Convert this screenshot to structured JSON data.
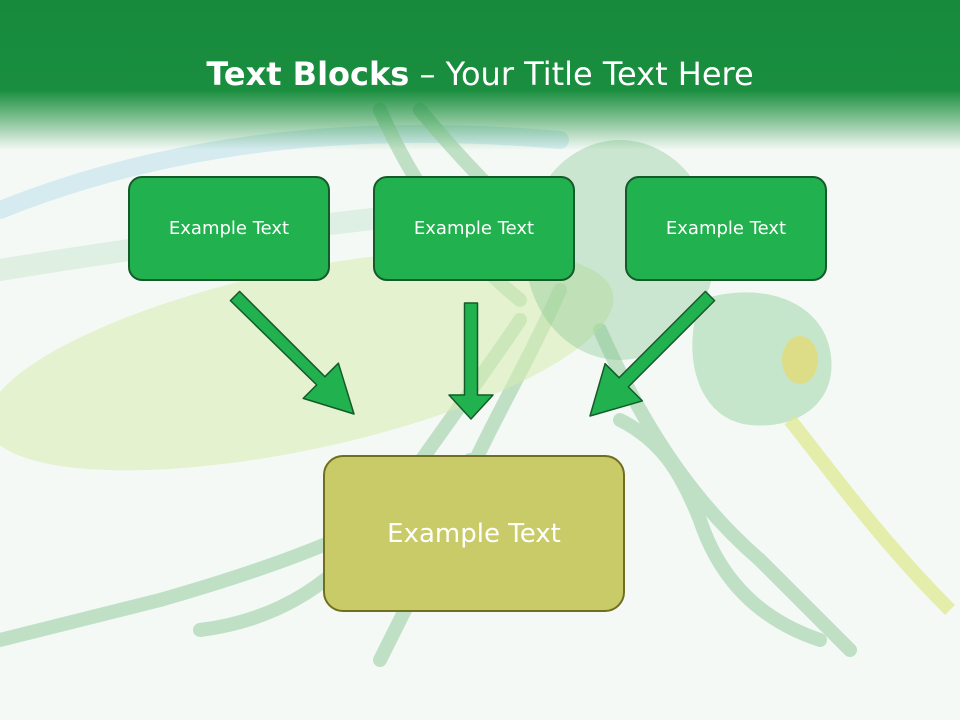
{
  "header": {
    "title_bold": "Text Blocks",
    "title_rest": " – Your Title Text Here"
  },
  "diagram": {
    "top_blocks": [
      {
        "label": "Example Text"
      },
      {
        "label": "Example Text"
      },
      {
        "label": "Example Text"
      }
    ],
    "bottom_block": {
      "label": "Example Text"
    }
  },
  "colors": {
    "header": "#178a3c",
    "top_block_fill": "#21b14e",
    "top_block_border": "#155a2a",
    "bottom_block_fill": "#c9cb69",
    "bottom_block_border": "#6f6f1f",
    "arrow_fill": "#21b14e",
    "arrow_stroke": "#155a2a"
  }
}
